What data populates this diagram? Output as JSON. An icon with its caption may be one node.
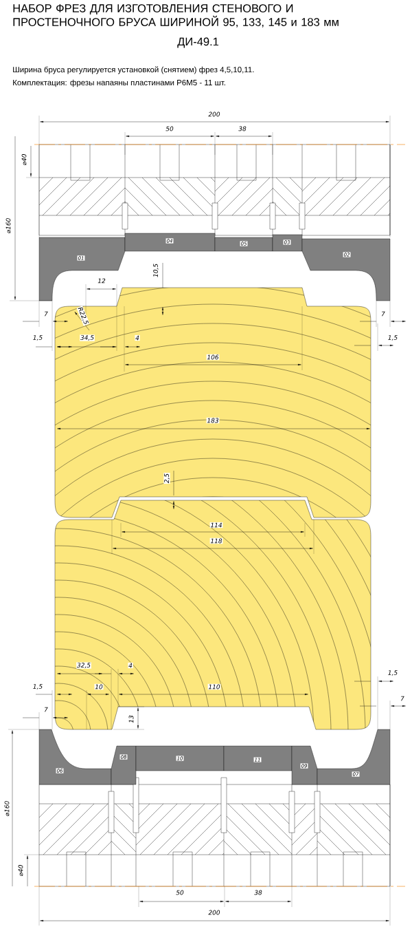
{
  "diagram": {
    "title": "НАБОР ФРЕЗ ДЛЯ ИЗГОТОВЛЕНИЯ СТЕНОВОГО И ПРОСТЕНОЧНОГО БРУСА ШИРИНОЙ 95, 133, 145 и 183 мм",
    "nodes": [
      {
        "text": [
          "01"
        ]
      },
      {
        "text": [
          "04"
        ]
      },
      {
        "text": [
          "05"
        ]
      },
      {
        "text": [
          "03"
        ]
      },
      {
        "text": [
          "02"
        ]
      },
      {
        "text": [
          "06"
        ]
      },
      {
        "text": [
          "08"
        ]
      },
      {
        "text": [
          "10"
        ]
      },
      {
        "text": [
          "11"
        ]
      },
      {
        "text": [
          "09"
        ]
      },
      {
        "text": [
          "07"
        ]
      }
    ],
    "labels": [
      "ДИ-49.1",
      "Ширина бруса регулируется установкой (снятием) фрез 4,5,10,11.",
      "Комплектация: фрезы напаяны пластинами Р6М5 - 11 шт.",
      "200",
      "50",
      "38",
      "⌀40",
      "⌀160",
      "10,5",
      "12",
      "R22,5",
      "7",
      "7",
      "1,5",
      "34,5",
      "4",
      "1,5",
      "106",
      "183",
      "2,5",
      "114",
      "118",
      "32,5",
      "4",
      "1,5",
      "1,5",
      "10",
      "110",
      "13",
      "7",
      "7",
      "⌀160",
      "⌀40",
      "50",
      "38",
      "200"
    ]
  }
}
